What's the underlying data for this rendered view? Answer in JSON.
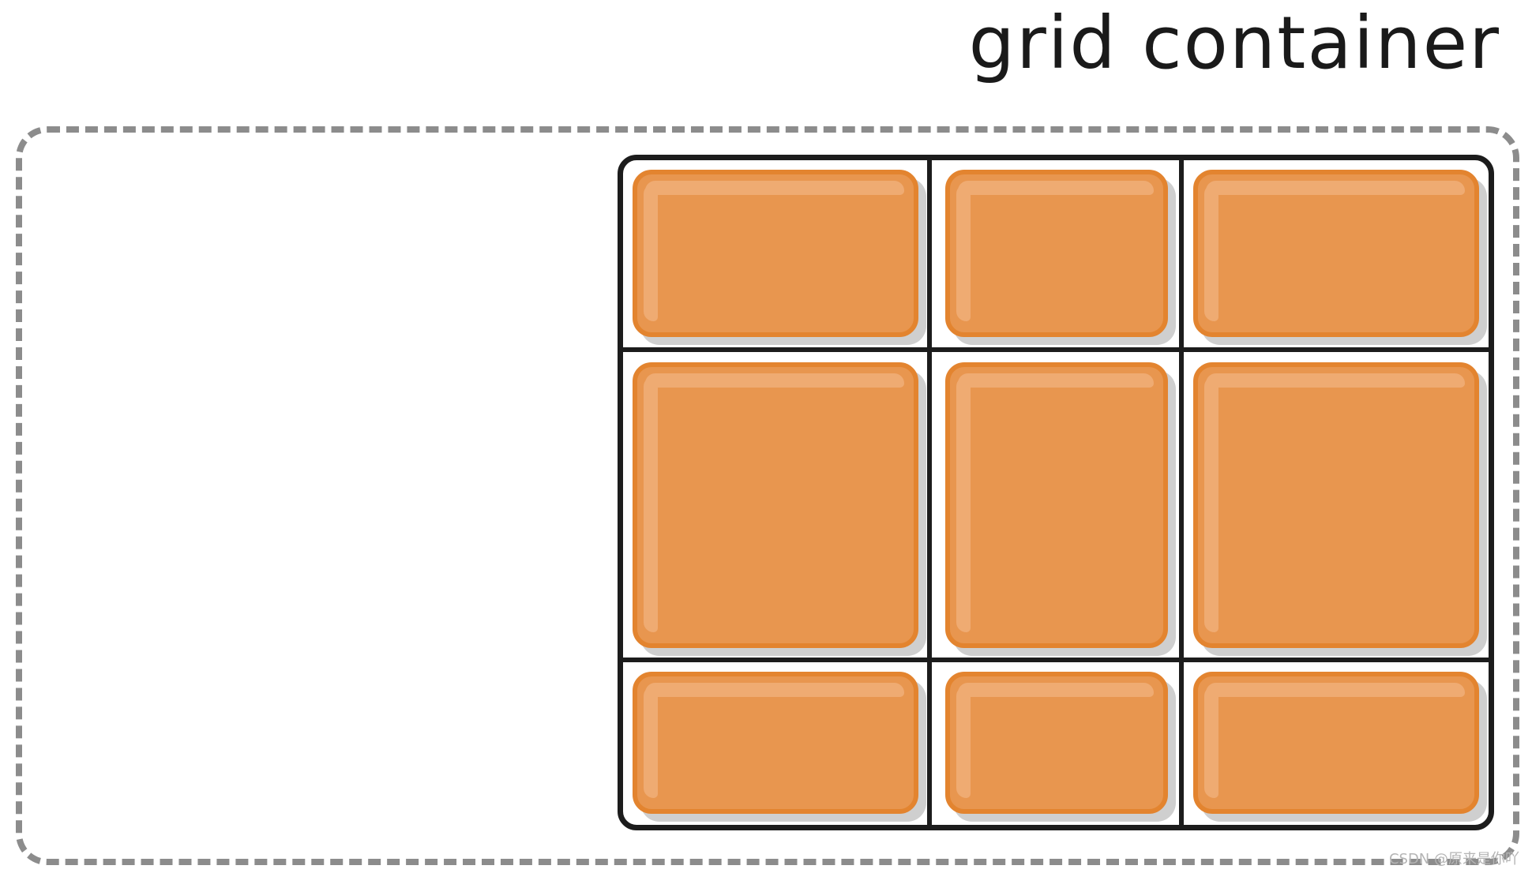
{
  "diagram": {
    "title": "grid container",
    "rows": 3,
    "columns": 3,
    "item_count": 9
  },
  "colors": {
    "item_fill": "#e8964f",
    "item_border": "#e3842f",
    "item_highlight": "#efab72",
    "grid_line": "#1c1c1c",
    "container_dashed_border": "#8c8c8c",
    "shadow": "#cfcfcf"
  },
  "watermark": "CSDN @原来是你吖"
}
